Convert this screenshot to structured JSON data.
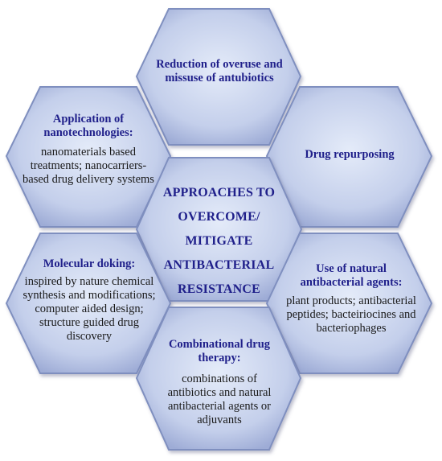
{
  "diagram": {
    "center": {
      "title": "APPROACHES TO OVERCOME/ MITIGATE ANTIBACTERIAL RESISTANCE"
    },
    "top": {
      "title": "Reduction of overuse and missuse of antubiotics"
    },
    "top_left": {
      "title": "Application of nanotechnologies:",
      "description": "nanomaterials based treatments; nanocarriers-based drug delivery systems"
    },
    "top_right": {
      "title": "Drug repurposing"
    },
    "bottom_left": {
      "title": "Molecular doking:",
      "description": "inspired by nature chemical synthesis  and modifications; computer aided design; structure guided drug discovery"
    },
    "bottom_right": {
      "title": "Use of natural antibacterial agents:",
      "description": "plant products; antibacterial peptides; bacteiriocines and bacteriophages"
    },
    "bottom": {
      "title": "Combinational drug therapy:",
      "description": "combinations of antibiotics and natural antibacterial agents or adjuvants"
    }
  },
  "colors": {
    "hex_fill_light": "#dde5f7",
    "hex_fill_dark": "#a9b6dc",
    "hex_stroke": "#7f8fbf",
    "title_color": "#1f1f8a"
  }
}
